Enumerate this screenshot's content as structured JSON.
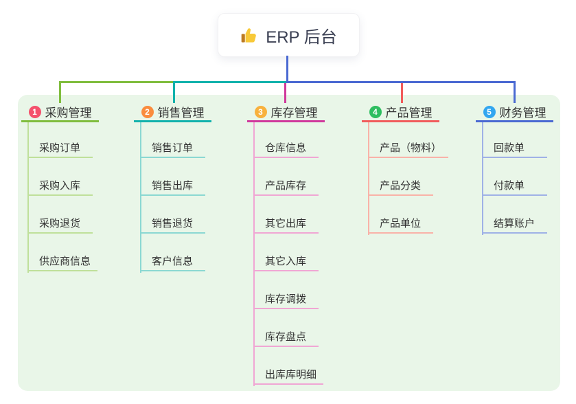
{
  "root": {
    "label": "ERP 后台",
    "icon": "thumbs-up"
  },
  "panel_bg": "#E9F6E8",
  "trunk_color": "#4A69D2",
  "branches": [
    {
      "badge": "1",
      "label": "采购管理",
      "colors": {
        "badge": "#F4516C",
        "main": "#80BD3E",
        "light": "#BFE09A"
      },
      "children": [
        "采购订单",
        "采购入库",
        "采购退货",
        "供应商信息"
      ]
    },
    {
      "badge": "2",
      "label": "销售管理",
      "colors": {
        "badge": "#FA8C3D",
        "main": "#12B2AC",
        "light": "#8BD8D2"
      },
      "children": [
        "销售订单",
        "销售出库",
        "销售退货",
        "客户信息"
      ]
    },
    {
      "badge": "3",
      "label": "库存管理",
      "colors": {
        "badge": "#F8B13D",
        "main": "#D0399C",
        "light": "#F0A6D4"
      },
      "children": [
        "仓库信息",
        "产品库存",
        "其它出库",
        "其它入库",
        "库存调拨",
        "库存盘点",
        "出库库明细"
      ]
    },
    {
      "badge": "4",
      "label": "产品管理",
      "colors": {
        "badge": "#2EBE60",
        "main": "#F15C5C",
        "light": "#F9B2A8"
      },
      "children": [
        "产品（物料）",
        "产品分类",
        "产品单位"
      ]
    },
    {
      "badge": "5",
      "label": "财务管理",
      "colors": {
        "badge": "#32A6F0",
        "main": "#4A69D2",
        "light": "#9FB1E6"
      },
      "children": [
        "回款单",
        "付款单",
        "结算账户"
      ]
    }
  ]
}
